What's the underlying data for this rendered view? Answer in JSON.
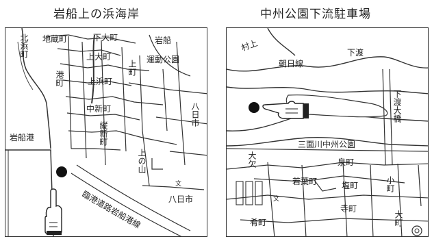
{
  "maps": [
    {
      "title": "岩船上の浜海岸",
      "labels": {
        "kitahamamachi": "北浜町",
        "jizomachi": "地蔵町",
        "shimoomachi": "下大町",
        "iwafune_undo": "岩船",
        "undo_koen": "運動公園",
        "kamiomachi": "上大町",
        "kamimachi": "上町",
        "minatomachi": "港町",
        "kamihamamachi": "上浜町",
        "nakashinmachi": "中新町",
        "tateshinmachi": "縦新町",
        "yokaichi1": "八日市",
        "iwafuneko": "岩船港",
        "kaminoyama": "上の山",
        "school": "文",
        "yokaichi2": "八日市",
        "rinko_road": "臨港道路岩船港線"
      }
    },
    {
      "title": "中州公園下流駐車場",
      "labels": {
        "murakami": "村上",
        "asahi_line": "朝日線",
        "shimowatari": "下渡",
        "shimowatari_bridge": "下渡大橋",
        "park": "三面川中州公園",
        "oki": "大欠",
        "izumimachi": "泉町",
        "wakabacho": "若葉町",
        "shiomachi": "塩町",
        "komachi": "小町",
        "school": "文",
        "teramachi": "寺町",
        "kimachi": "肴町",
        "omachi": "大町"
      }
    }
  ]
}
